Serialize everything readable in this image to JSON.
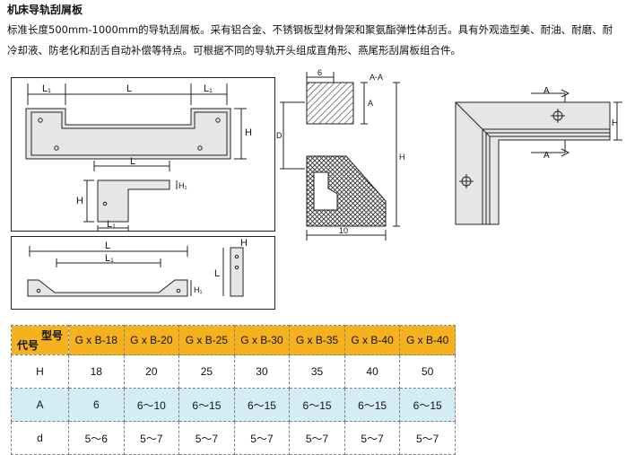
{
  "doc": {
    "title": "机床导轨刮屑板",
    "description": "标准长度500mm-1000mm的导轨刮屑板。采有铝合金、不锈钢板型材骨架和聚氨酯弹性体刮舌。具有外观造型美、耐油、耐磨、耐冷却液、防老化和刮舌自动补偿等特点。可根据不同的导轨开头组成直角形、燕尾形刮屑板组合件。"
  },
  "drawings": {
    "top_left": {
      "L1_left": "L₁",
      "L": "L",
      "L1_right": "L₁",
      "H": "H",
      "L_small": "L",
      "H_small": "H",
      "H1": "H₁",
      "L1_small": "L₁"
    },
    "bottom_left": {
      "L": "L",
      "L1": "L₁",
      "H": "H",
      "H1": "H₁",
      "L_side": "L"
    },
    "section": {
      "dim_6": "6",
      "aa": "A-A",
      "D": "D",
      "A": "A",
      "H": "H",
      "dim_10": "10"
    },
    "corner": {
      "A_top": "A",
      "A_bottom": "A",
      "H": "H"
    }
  },
  "table": {
    "corner_model": "型号",
    "corner_code": "代号",
    "models": [
      "G x B-18",
      "G x B-20",
      "G x B-25",
      "G x B-30",
      "G x B-35",
      "G x B-40",
      "G x B-40"
    ],
    "rows": [
      {
        "code": "H",
        "values": [
          "18",
          "20",
          "25",
          "30",
          "35",
          "40",
          "50"
        ]
      },
      {
        "code": "A",
        "values": [
          "6",
          "6～10",
          "6～15",
          "6～15",
          "6～15",
          "6～15",
          "6～15"
        ]
      },
      {
        "code": "d",
        "values": [
          "5～6",
          "5～7",
          "5～7",
          "5～7",
          "5～7",
          "5～7",
          "5～7"
        ]
      }
    ]
  },
  "colors": {
    "header_bg": "#f5b11e",
    "alt_row_bg": "#d4ecf5"
  }
}
